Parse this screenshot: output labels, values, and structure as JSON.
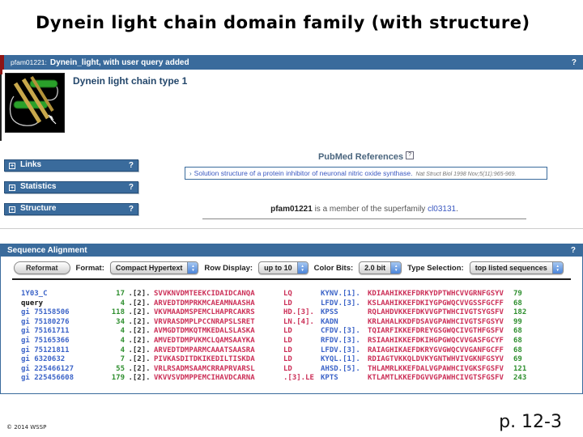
{
  "slide": {
    "title": "Dynein light chain domain family (with structure)",
    "page_number": "p. 12-3",
    "copyright": "© 2014 WSSP"
  },
  "icons": {
    "help": "?",
    "expand": "+",
    "stepper_up": "▲",
    "stepper_down": "▼",
    "bullet": "›"
  },
  "header": {
    "accession": "pfam01221:",
    "title": "Dynein_light, with user query added"
  },
  "domain": {
    "heading": "Dynein light chain type 1"
  },
  "sidebar": {
    "items": [
      {
        "label": "Links"
      },
      {
        "label": "Statistics"
      },
      {
        "label": "Structure"
      }
    ]
  },
  "pubmed": {
    "heading": "PubMed References",
    "reference_title": "Solution structure of a protein inhibitor of neuronal nitric oxide synthase.",
    "reference_citation": "Nat Struct Biol 1998 Nov;5(11):965-969."
  },
  "superfamily": {
    "accession": "pfam01221",
    "text": " is a member of the superfamily ",
    "link": "cl03131",
    "period": "."
  },
  "alignment": {
    "section_title": "Sequence Alignment",
    "toolbar": {
      "reformat": "Reformat",
      "dropdowns": [
        {
          "label": "Format:",
          "value": "Compact Hypertext"
        },
        {
          "label": "Row Display:",
          "value": "up to 10"
        },
        {
          "label": "Color Bits:",
          "value": "2.0 bit"
        },
        {
          "label": "Type Selection:",
          "value": "top listed sequences"
        }
      ]
    },
    "rows": [
      {
        "name": "1Y03_C",
        "is_query": false,
        "start": "17",
        "gap": ".[2].",
        "seq1": "SVVKNVDMTEEKCIDAIDCANQA",
        "mid1": "LQ",
        "mid2": "KYNV.[1].",
        "seq2": "KDIAAHIKKEFDRKYDPTWHCVVGRNFGSYV",
        "end": "79"
      },
      {
        "name": "query",
        "is_query": true,
        "start": "4",
        "gap": ".[2].",
        "seq1": "ARVEDTDMPRKMCAEAMNAASHA",
        "mid1": "LD",
        "mid2": "LFDV.[3].",
        "seq2": "KSLAAHIKKEFDKIYGPGWQCVVGSSFGCFF",
        "end": "68"
      },
      {
        "name": "gi 75158506",
        "is_query": false,
        "start": "118",
        "gap": ".[2].",
        "seq1": "VKVMAADMSPEMCLHAPRCAKRS",
        "mid1": "HD.[3].",
        "mid2": "KPSS",
        "seq2": "RQLAHDVKKEFDKVVGPTWHCIVGTSYGSFV",
        "end": "182"
      },
      {
        "name": "gi 75180276",
        "is_query": false,
        "start": "34",
        "gap": ".[2].",
        "seq1": "VRVRASDMPLPCCNRAPSLSRET",
        "mid1": "LN.[4].",
        "mid2": "KADN",
        "seq2": "KRLAHALKKDFDSAVGPAWHCIVGTSFGSYV",
        "end": "99"
      },
      {
        "name": "gi 75161711",
        "is_query": false,
        "start": "4",
        "gap": ".[2].",
        "seq1": "AVMGDTDMKQTMKEDALSLASKA",
        "mid1": "LD",
        "mid2": "CFDV.[3].",
        "seq2": "TQIARFIKKEFDREYGSGWQCIVGTHFGSFV",
        "end": "68"
      },
      {
        "name": "gi 75165366",
        "is_query": false,
        "start": "4",
        "gap": ".[2].",
        "seq1": "AMVEDTDMPVKMCLQAMSAAYKA",
        "mid1": "LD",
        "mid2": "RFDV.[3].",
        "seq2": "RSIAAHIKKEFDKIHGPGWQCVVGASFGCYF",
        "end": "68"
      },
      {
        "name": "gi 75121811",
        "is_query": false,
        "start": "4",
        "gap": ".[2].",
        "seq1": "ARVEDTDMPARMCAAATSAASRA",
        "mid1": "LD",
        "mid2": "LFDV.[3].",
        "seq2": "RAIAGHIKAEFDKRYGVGWQCVVGANFGCFF",
        "end": "68"
      },
      {
        "name": "gi 6320632",
        "is_query": false,
        "start": "7",
        "gap": ".[2].",
        "seq1": "PIVKASDITDKIKEDILTISKDA",
        "mid1": "LD",
        "mid2": "KYQL.[1].",
        "seq2": "RDIAGTVKKQLDVKYGNTWHVIVGKNFGSYV",
        "end": "69"
      },
      {
        "name": "gi 225466127",
        "is_query": false,
        "start": "55",
        "gap": ".[2].",
        "seq1": "VRLRSADMSAAMCRRAPRVARSL",
        "mid1": "LD",
        "mid2": "AHSD.[5].",
        "seq2": "THLAMRLKKEFDALVGPAWHCIVGKSFGSFV",
        "end": "121"
      },
      {
        "name": "gi 225456608",
        "is_query": false,
        "start": "179",
        "gap": ".[2].",
        "seq1": "VKVVSVDMPPEMCIHAVDCARNA",
        "mid1": ".[3].LE",
        "mid2": "KPTS",
        "seq2": "KTLAMTLKKEFDGVVGPAWHCIVGTSFGSFV",
        "end": "243"
      }
    ]
  }
}
